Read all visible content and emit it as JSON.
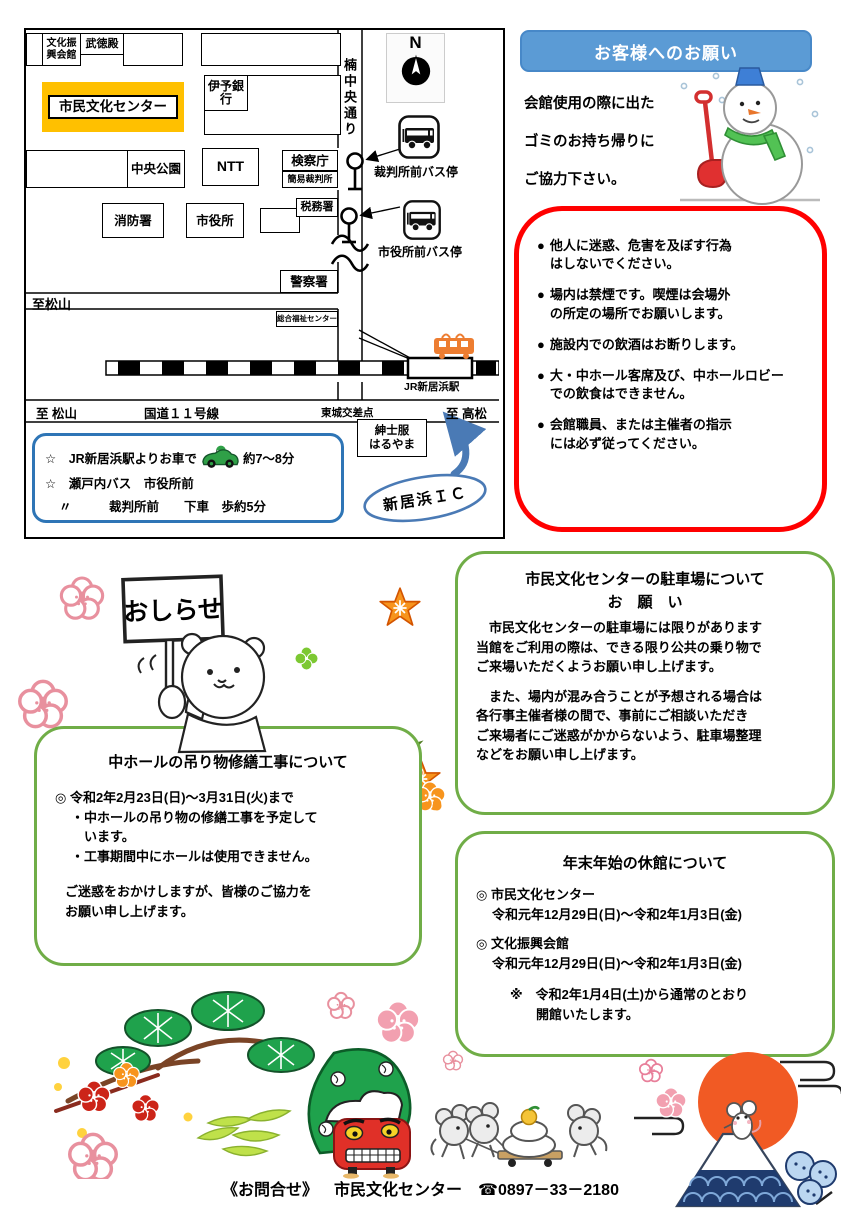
{
  "map": {
    "labels": {
      "bunka_shinko": "文化振興会館",
      "butokuden": "武徳殿",
      "bunka_center": "市民文化センター",
      "iyo_bank": "伊予銀行",
      "kusunoki_street": "楠中央通り",
      "compass_n": "N",
      "chuo_park": "中央公園",
      "ntt": "NTT",
      "kensatsucho": "検察庁",
      "kani_saibansho": "簡易裁判所",
      "saibansho_bus_stop": "裁判所前バス停",
      "shobosho": "消防署",
      "shiyakusho": "市役所",
      "zeimusho": "税務署",
      "shiyakusho_bus_stop": "市役所前バス停",
      "keisatsusho": "警察署",
      "to_matsuyama_upper": "至松山",
      "sogo_fukushi_center": "総合福祉センター",
      "jr_station": "JR新居浜駅",
      "to_matsuyama_lower": "至 松山",
      "route_11": "国道１１号線",
      "tojo_intersection": "東城交差点",
      "to_takamatsu": "至 高松",
      "haruyama_line1": "紳士服",
      "haruyama_line2": "はるやま",
      "niihama_ic": "新居浜ＩＣ"
    },
    "access": {
      "line1_pre": "☆　JR新居浜駅よりお車で",
      "line1_post": "約7～8分",
      "line2": "☆　瀬戸内バス　市役所前",
      "line3": "〃　　　裁判所前　　下車　歩約5分"
    }
  },
  "request_panel": {
    "header": "お客様へのお願い",
    "line1": "会館使用の際に出た",
    "line2": "ゴミのお持ち帰りに",
    "line3": "ご協力下さい。"
  },
  "rules_panel": {
    "bullet_glyph": "●",
    "items": [
      "他人に迷惑、危害を及ぼす行為\nはしないでください。",
      "場内は禁煙です。喫煙は会場外\nの所定の場所でお願いします。",
      "施設内での飲酒はお断りします。",
      "大・中ホール客席及び、中ホールロビー\nでの飲食はできません。",
      "会館職員、または主催者の指示\nには必ず従ってください。"
    ]
  },
  "notice": {
    "sign": "おしらせ"
  },
  "parking_box": {
    "title_line1": "市民文化センターの駐車場について",
    "title_line2": "お　願　い",
    "para1": "　市民文化センターの駐車場には限りがあります\n当館をご利用の際は、できる限り公共の乗り物で\nご来場いただくようお願い申し上げます。",
    "para2": "　また、場内が混み合うことが予想される場合は\n各行事主催者様の間で、事前にご相談いただき\nご来場者にご迷惑がかからないよう、駐車場整理\nなどをお願い申し上げます。"
  },
  "repair_box": {
    "title": "中ホールの吊り物修繕工事について",
    "period": "◎ 令和2年2月23日(日)～3月31日(火)まで",
    "bullet1": "・中ホールの吊り物の修繕工事を予定して\n　います。",
    "bullet2": "・工事期間中にホールは使用できません。",
    "closing": "ご迷惑をおかけしますが、皆様のご協力を\nお願い申し上げます。"
  },
  "holiday_box": {
    "title": "年末年始の休館について",
    "item1_name": "◎ 市民文化センター",
    "item1_period": "令和元年12月29日(日)～令和2年1月3日(金)",
    "item2_name": "◎ 文化振興会館",
    "item2_period": "令和元年12月29日(日)～令和2年1月3日(金)",
    "note": "※　令和2年1月4日(土)から通常のとおり\n　　開館いたします。"
  },
  "footer": {
    "contact_label": "《お問合せ》",
    "facility": "市民文化センター",
    "phone": "☎0897－33－2180"
  },
  "colors": {
    "accent_blue": "#5B9BD5",
    "alert_red": "#FF0000",
    "frame_green": "#70AD47",
    "highlight_orange": "#FFC000",
    "route_blue": "#2E75B6"
  }
}
